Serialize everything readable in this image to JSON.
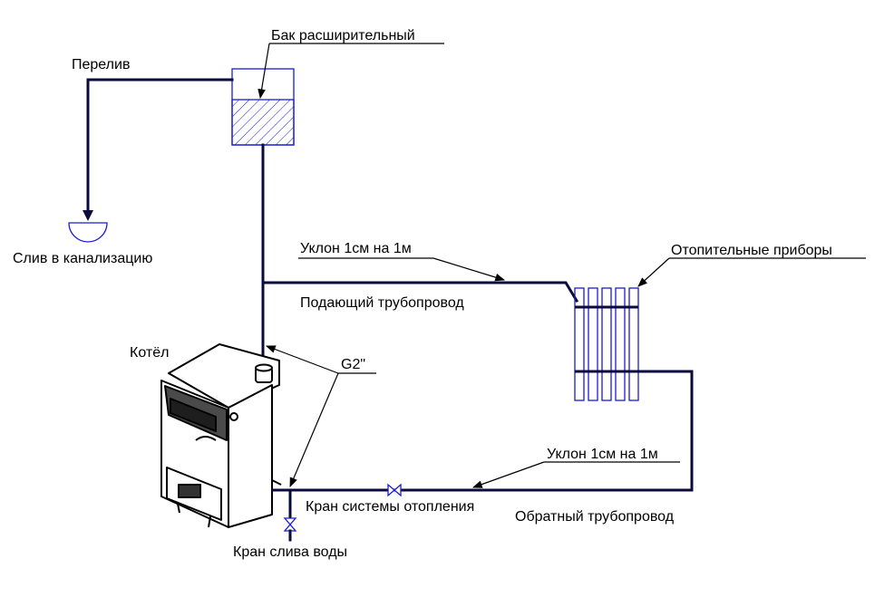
{
  "labels": {
    "expansion_tank": "Бак расширительный",
    "overflow": "Перелив",
    "sewer_drain": "Слив в канализацию",
    "slope_supply": "Уклон 1см на 1м",
    "supply_pipe": "Подающий трубопровод",
    "heaters": "Отопительные приборы",
    "boiler": "Котёл",
    "thread_size": "G2\"",
    "slope_return": "Уклон 1см на 1м",
    "heating_valve": "Кран системы отопления",
    "return_pipe": "Обратный трубопровод",
    "drain_valve": "Кран слива воды"
  },
  "colors": {
    "pipe": "#0a0a3c",
    "outline": "#1a1ad8",
    "text": "#000000"
  }
}
